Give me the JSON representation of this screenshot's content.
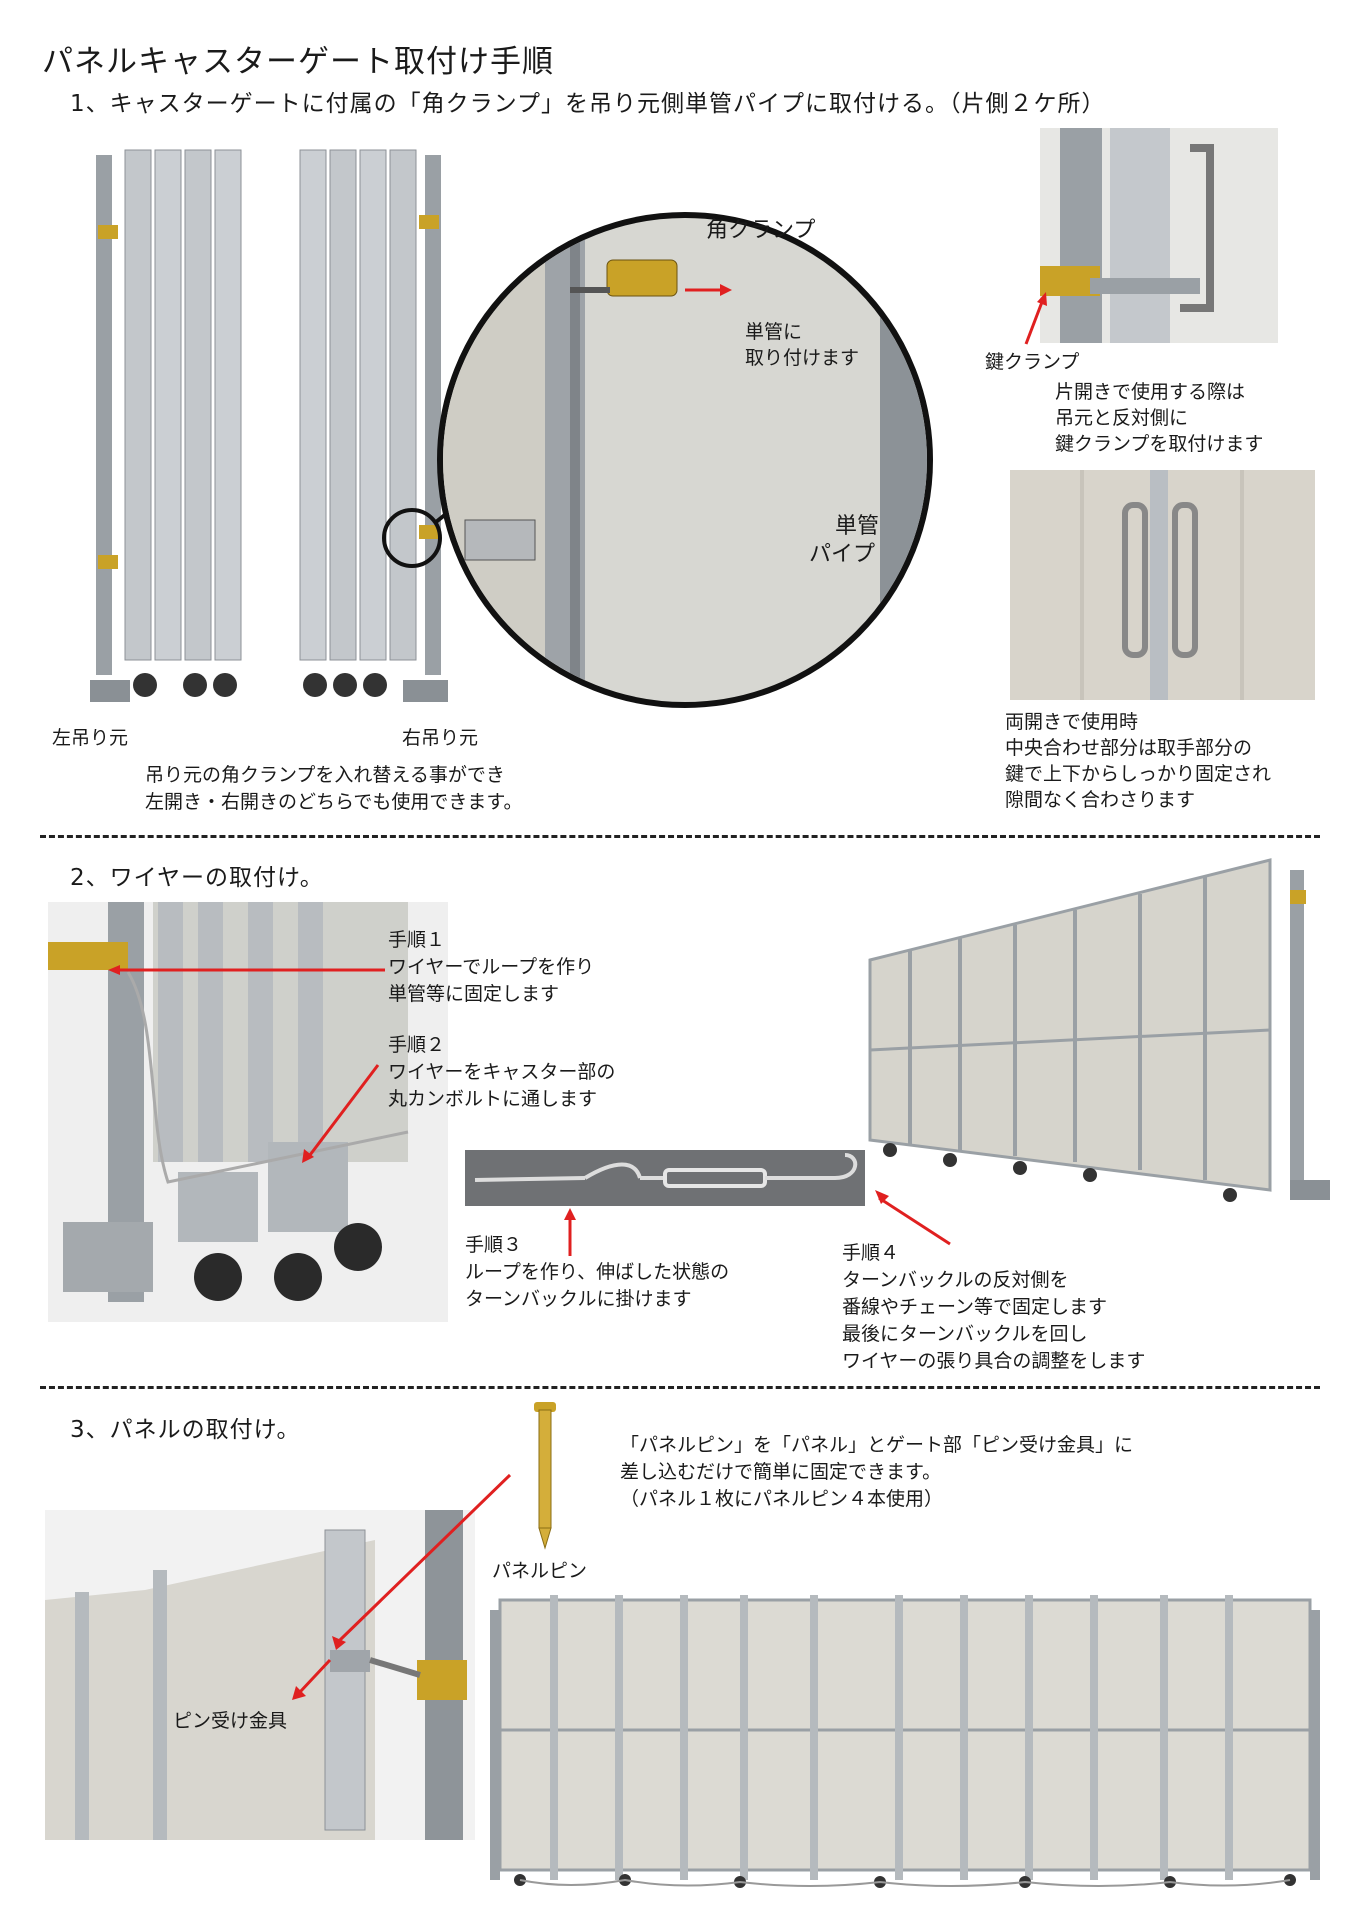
{
  "page": {
    "title": "パネルキャスターゲート取付け手順"
  },
  "step1": {
    "heading": "1、キャスターゲートに付属の「角クランプ」を吊り元側単管パイプに取付ける。（片側２ケ所）",
    "left_label": "左吊り元",
    "right_label": "右吊り元",
    "note_lines": [
      "吊り元の角クランプを入れ替える事ができ",
      "左開き・右開きのどちらでも使用できます。"
    ],
    "detail": {
      "clamp_label": "角クランプ",
      "attach_lines": [
        "単管に",
        "取り付けます"
      ],
      "pipe_lines": [
        "単管",
        "パイプ"
      ]
    },
    "lock": {
      "label": "鍵クランプ",
      "lines": [
        "片開きで使用する際は",
        "吊元と反対側に",
        "鍵クランプを取付けます"
      ]
    },
    "double": {
      "lines": [
        "両開きで使用時",
        "中央合わせ部分は取手部分の",
        "鍵で上下からしっかり固定され",
        "隙間なく合わさります"
      ]
    }
  },
  "step2": {
    "heading": "2、ワイヤーの取付け。",
    "procedures": [
      {
        "title": "手順１",
        "lines": [
          "ワイヤーでループを作り",
          "単管等に固定します"
        ]
      },
      {
        "title": "手順２",
        "lines": [
          "ワイヤーをキャスター部の",
          "丸カンボルトに通します"
        ]
      },
      {
        "title": "手順３",
        "lines": [
          "ループを作り、伸ばした状態の",
          "ターンバックルに掛けます"
        ]
      },
      {
        "title": "手順４",
        "lines": [
          "ターンバックルの反対側を",
          "番線やチェーン等で固定します",
          "最後にターンバックルを回し",
          "ワイヤーの張り具合の調整をします"
        ]
      }
    ]
  },
  "step3": {
    "heading": "3、パネルの取付け。",
    "desc_lines": [
      "「パネルピン」を「パネル」とゲート部「ピン受け金具」に",
      "差し込むだけで簡単に固定できます。",
      "（パネル１枚にパネルピン４本使用）"
    ],
    "pin_label": "パネルピン",
    "bracket_label": "ピン受け金具"
  },
  "colors": {
    "arrow": "#e02020",
    "aluminum": "#b9bec3",
    "panel": "#dcdad3",
    "pipe": "#8e9499",
    "brass": "#c9a227"
  }
}
